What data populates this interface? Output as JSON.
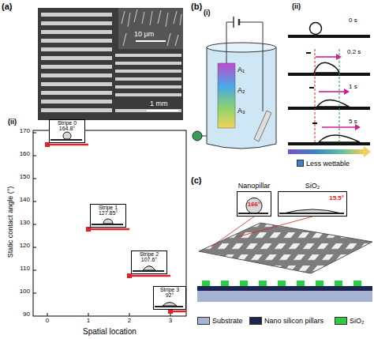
{
  "diagram": {
    "nodes": [
      {
        "text": [
          "Stripe 0",
          "164.8°"
        ]
      },
      {
        "text": [
          "Stripe 1",
          "127.85°"
        ]
      },
      {
        "text": [
          "Stripe 2",
          "107.6°"
        ]
      },
      {
        "text": [
          "Stripe 3",
          "92°"
        ]
      },
      {
        "text": [
          "Nanopillar",
          "166°"
        ]
      },
      {
        "text": [
          "SiO₂",
          "15.5°"
        ]
      }
    ],
    "labels": [
      "(a)",
      "(i)",
      "10 μm",
      "1 mm",
      "(ii)",
      "Static contact angle (°)",
      "90",
      "100",
      "110",
      "120",
      "130",
      "140",
      "150",
      "160",
      "170",
      "0",
      "1",
      "2",
      "3",
      "Spatial location",
      "(b)",
      "(i)",
      "A₁",
      "A₂",
      "A₃",
      "(ii)",
      "0 s",
      "0.2 s",
      "1 s",
      "5 s",
      "(c)"
    ],
    "legend": [
      {
        "text": "Less wettable",
        "color": "#3f7fc9"
      },
      {
        "text": "Substrate",
        "color": "#a6b4d4"
      },
      {
        "text": "Nano silicon pillars",
        "color": "#1a2550"
      },
      {
        "text": "SiO₂",
        "color": "#2ecc40"
      }
    ]
  }
}
